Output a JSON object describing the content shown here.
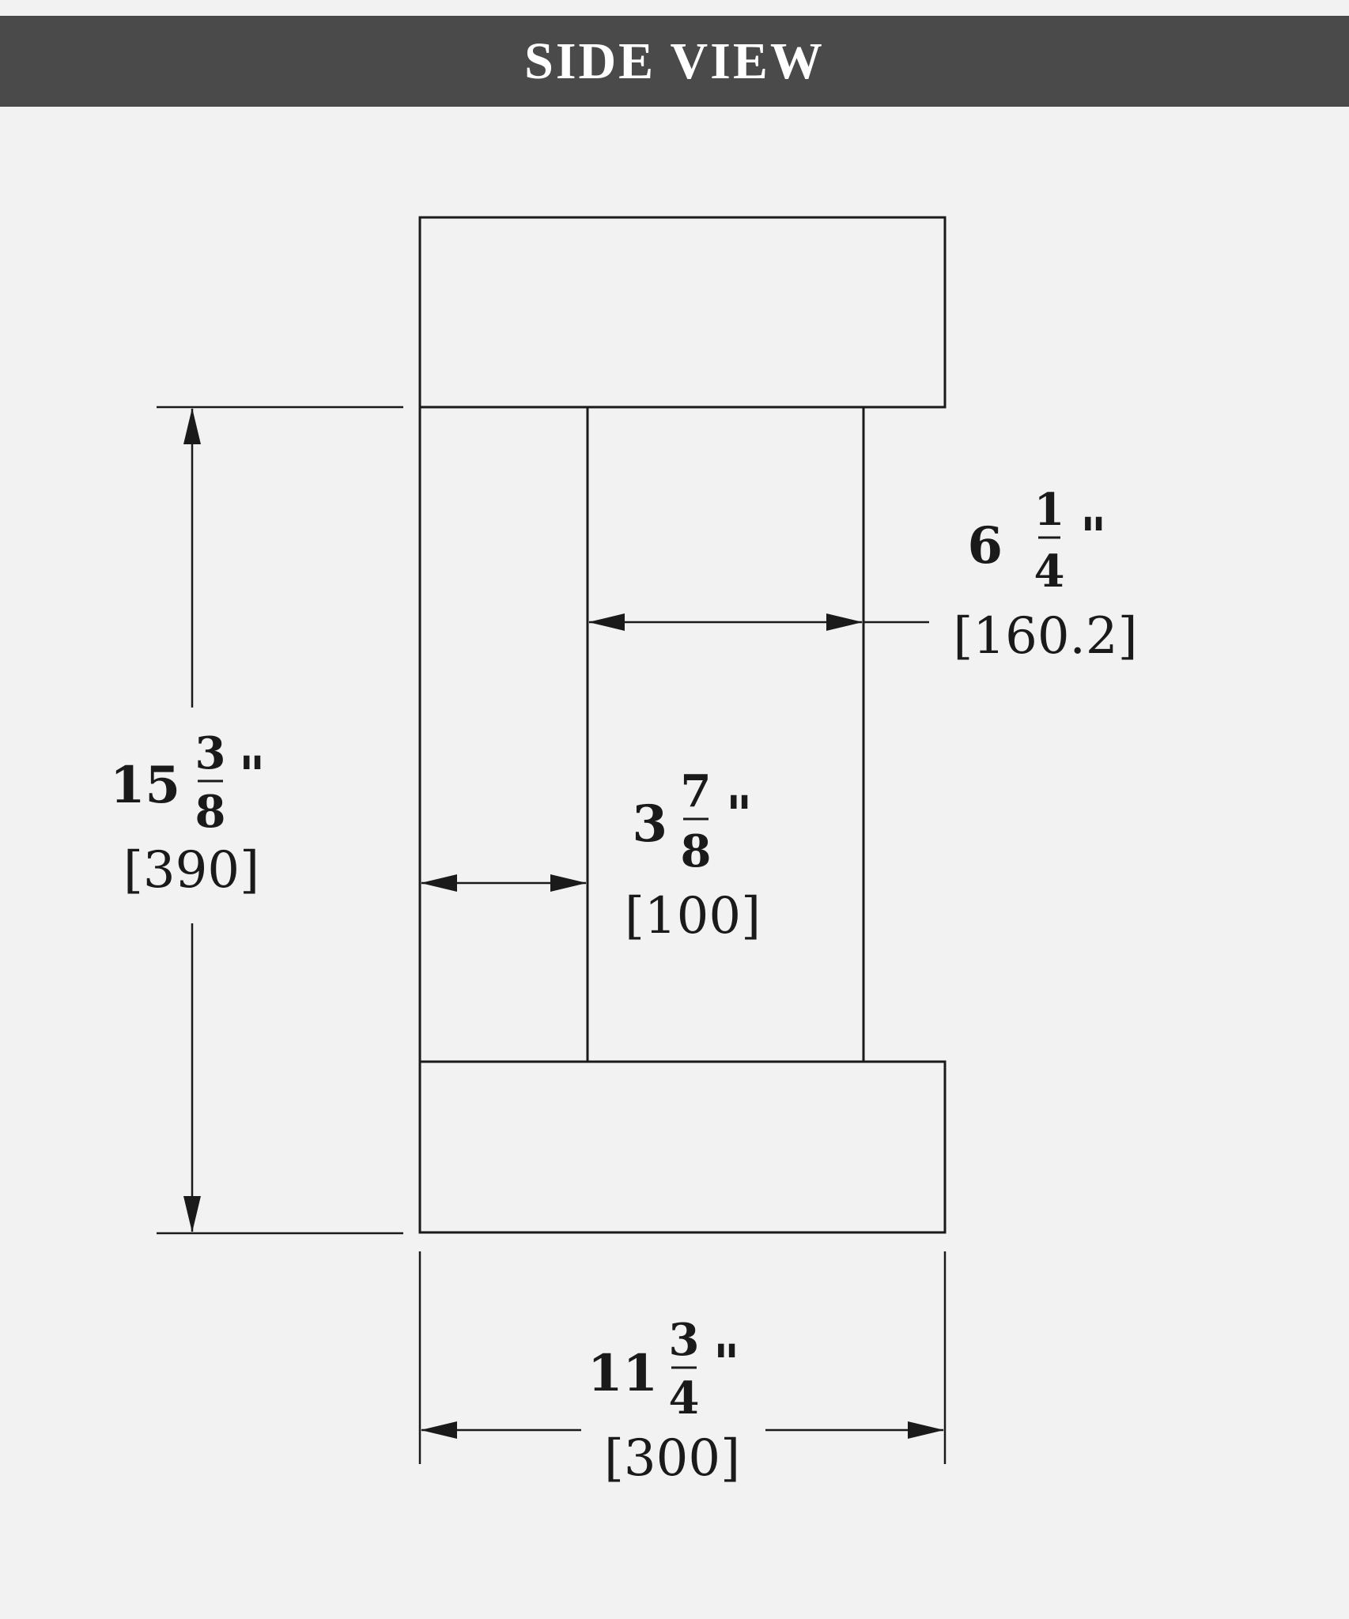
{
  "header": {
    "title": "SIDE VIEW"
  },
  "dimensions": {
    "depth_inner": {
      "whole": "6",
      "numerator": "1",
      "denominator": "4",
      "unit": "\"",
      "metric": "[160.2]"
    },
    "depth_side": {
      "whole": "3",
      "numerator": "7",
      "denominator": "8",
      "unit": "\"",
      "metric": "[100]"
    },
    "height": {
      "whole": "15",
      "numerator": "3",
      "denominator": "8",
      "unit": "\"",
      "metric": "[390]"
    },
    "width": {
      "whole": "11",
      "numerator": "3",
      "denominator": "4",
      "unit": "\"",
      "metric": "[300]"
    }
  },
  "colors": {
    "header_bg": "#4a4a4a",
    "line": "#1a1a1a",
    "background": "#f2f2f2"
  }
}
